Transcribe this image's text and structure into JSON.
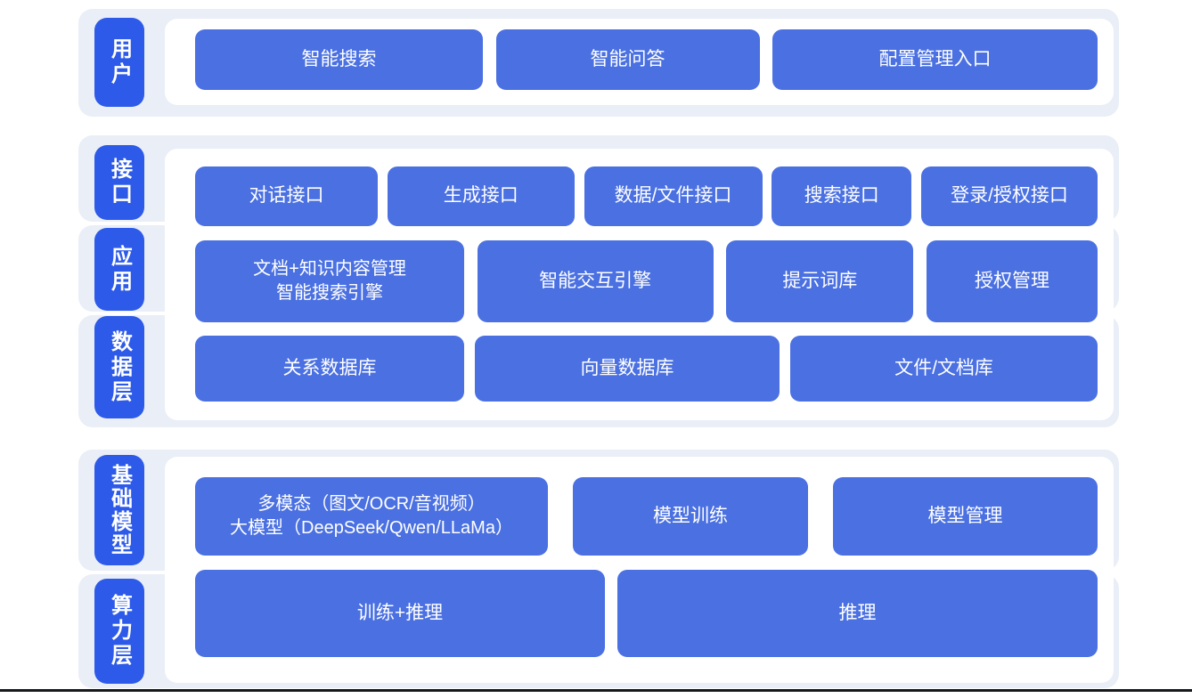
{
  "diagram": {
    "title_hint": "AI platform layered architecture diagram",
    "colors": {
      "layer_label_blue": "#2d5ae8",
      "node_blue": "#4a70e2",
      "band_background": "#e9eef7",
      "card_background": "#ffffff",
      "text": "#ffffff",
      "bottom_rule": "#15181d"
    },
    "groups": [
      {
        "name": "user",
        "layers": [
          {
            "label": "用户"
          }
        ],
        "rows": [
          {
            "boxes": [
              {
                "text": "智能搜索"
              },
              {
                "text": "智能问答"
              },
              {
                "text": "配置管理入口"
              }
            ]
          }
        ]
      },
      {
        "name": "platform",
        "layers": [
          {
            "label": "接口"
          },
          {
            "label": "应用"
          },
          {
            "label": "数据层"
          }
        ],
        "rows": [
          {
            "boxes": [
              {
                "text": "对话接口"
              },
              {
                "text": "生成接口"
              },
              {
                "text": "数据/文件接口"
              },
              {
                "text": "搜索接口"
              },
              {
                "text": "登录/授权接口"
              }
            ]
          },
          {
            "boxes": [
              {
                "text": "文档+知识内容管理\n智能搜索引擎"
              },
              {
                "text": "智能交互引擎"
              },
              {
                "text": "提示词库"
              },
              {
                "text": "授权管理"
              }
            ]
          },
          {
            "boxes": [
              {
                "text": "关系数据库"
              },
              {
                "text": "向量数据库"
              },
              {
                "text": "文件/文档库"
              }
            ]
          }
        ]
      },
      {
        "name": "infrastructure",
        "layers": [
          {
            "label": "基础模型"
          },
          {
            "label": "算力层"
          }
        ],
        "rows": [
          {
            "boxes": [
              {
                "text": "多模态（图文/OCR/音视频）\n大模型（DeepSeek/Qwen/LLaMa）"
              },
              {
                "text": "模型训练"
              },
              {
                "text": "模型管理"
              }
            ]
          },
          {
            "boxes": [
              {
                "text": "训练+推理"
              },
              {
                "text": "推理"
              }
            ]
          }
        ]
      }
    ]
  }
}
